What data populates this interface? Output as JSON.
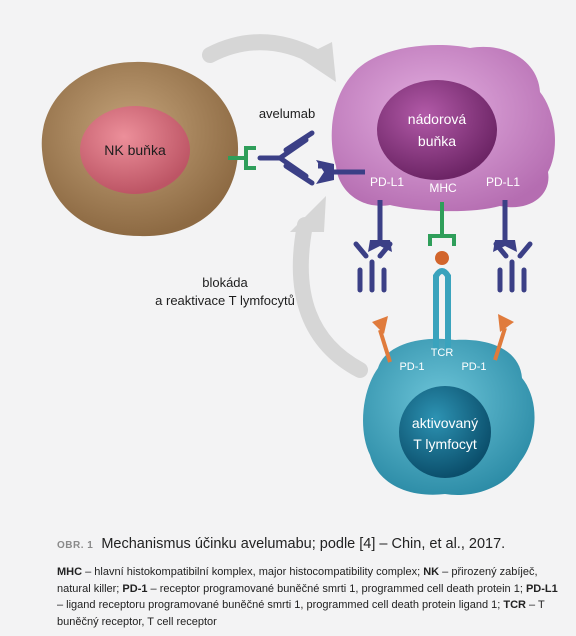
{
  "diagram": {
    "nk_cell": "NK buňka",
    "tumor_cell": [
      "nádorová",
      "buňka"
    ],
    "drug": "avelumab",
    "pd_l1": "PD-L1",
    "mhc": "MHC",
    "blockade": [
      "blokáda",
      "a reaktivace T lymfocytů"
    ],
    "tcr": "TCR",
    "pd_1": "PD-1",
    "t_cell": [
      "aktivovaný",
      "T lymfocyt"
    ]
  },
  "caption": {
    "tag": "OBR. 1",
    "title": "Mechanismus účinku avelumabu; podle [4] – Chin, et al., 2017.",
    "defs": [
      {
        "term": "MHC",
        "text": " – hlavní histokompatibilní komplex, major histocompatibility complex; "
      },
      {
        "term": "NK",
        "text": " – přirozený zabíječ, natural killer; "
      },
      {
        "term": "PD-1",
        "text": " – receptor programované buněčné smrti 1, programmed cell death protein 1; "
      },
      {
        "term": "PD-L1",
        "text": " – ligand receptoru programované buněčné smrti 1, programmed cell death protein ligand 1; "
      },
      {
        "term": "TCR",
        "text": " – T buněčný receptor, T cell receptor"
      }
    ]
  },
  "colors": {
    "nk_cell": "#9c7a52",
    "nk_nucleus": "#d16e7b",
    "tumor_cell": "#c98ac6",
    "tumor_nucleus": "#8e3d86",
    "t_cell": "#3aa3bd",
    "t_nucleus": "#14708f",
    "antibody": "#3b3f86",
    "mhc": "#2f9e5a",
    "pd1": "#e07b3c",
    "arrow": "#d9d9d9"
  }
}
